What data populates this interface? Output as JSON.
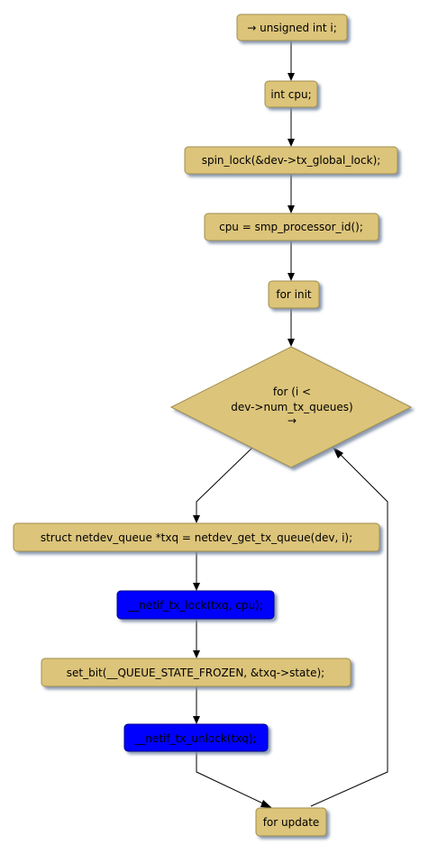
{
  "colors": {
    "node_fill": "#dcc47a",
    "node_border": "#a08e4f",
    "highlight_fill": "#0000ff",
    "shadow": "#7e8fa8",
    "edge": "#000000"
  },
  "nodes": {
    "n1": "→ unsigned int i;",
    "n2": "int cpu;",
    "n3": "spin_lock(&dev->tx_global_lock);",
    "n4": "cpu = smp_processor_id();",
    "n5": "for init",
    "loop_line1": "for (i <",
    "loop_line2": "dev->num_tx_queues)",
    "loop_line3": "→",
    "n6": "struct netdev_queue *txq = netdev_get_tx_queue(dev, i);",
    "n7": "__netif_tx_lock(txq, cpu);",
    "n8": "set_bit(__QUEUE_STATE_FROZEN, &txq->state);",
    "n9": "__netif_tx_unlock(txq);",
    "n10": "for update"
  }
}
